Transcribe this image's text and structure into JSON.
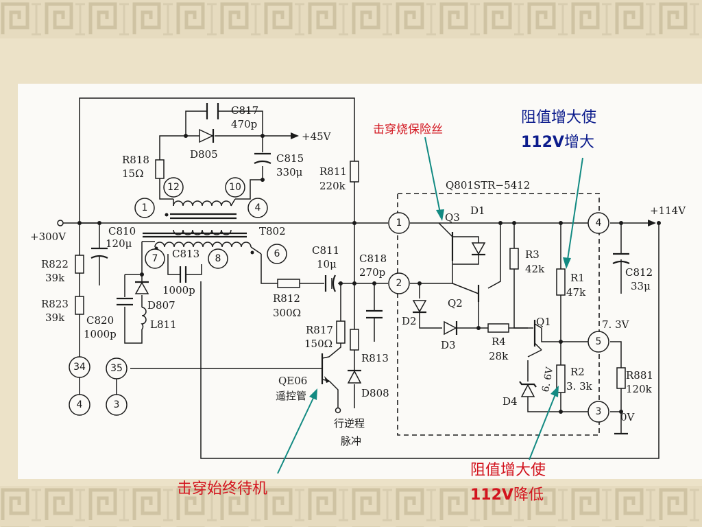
{
  "colors": {
    "background": "#ece2c8",
    "circuit_bg": "#fbfaf7",
    "annotation_red": "#d2141e",
    "annotation_blue": "#0c1c8c",
    "arrow": "#128a82"
  },
  "components": {
    "C817": "C817",
    "C817_val": "470p",
    "D805": "D805",
    "out45": "+45V",
    "C815": "C815",
    "C815_val": "330μ",
    "R818": "R818",
    "R818_val": "15Ω",
    "R811": "R811",
    "R811_val": "220k",
    "T802": "T802",
    "plus300": "+300V",
    "C810": "C810",
    "C810_val": "120μ",
    "C813": "C813",
    "C813_val": "1000p",
    "R822": "R822",
    "R822_val": "39k",
    "R823": "R823",
    "R823_val": "39k",
    "D807": "D807",
    "L811": "L811",
    "C820": "C820",
    "C820_val": "1000p",
    "C811": "C811",
    "C811_val": "10μ",
    "C818": "C818",
    "C818_val": "270p",
    "R812": "R812",
    "R812_val": "300Ω",
    "R817": "R817",
    "R817_val": "150Ω",
    "R813": "R813",
    "D808": "D808",
    "QE06": "QE06",
    "QE06_desc": "遥控管",
    "pulse_l1": "行逆程",
    "pulse_l2": "脉冲",
    "ic_name": "Q801STR−5412",
    "Q3": "Q3",
    "D1": "D1",
    "Q2": "Q2",
    "D2": "D2",
    "D3": "D3",
    "Q1": "Q1",
    "D4": "D4",
    "R3": "R3",
    "R3_val": "42k",
    "R1": "R1",
    "R1_val": "47k",
    "R4": "R4",
    "R4_val": "28k",
    "R2": "R2",
    "R2_val": "3. 3k",
    "v66": "6. 6V",
    "out114": "+114V",
    "C812": "C812",
    "C812_val": "33μ",
    "v73": "7. 3V",
    "R881": "R881",
    "R881_val": "120k",
    "v0": "0V"
  },
  "pins": {
    "p1": "1",
    "p2": "2",
    "p3": "3",
    "p4": "4",
    "p5": "5",
    "p6": "6",
    "p7": "7",
    "p8": "8",
    "p10": "10",
    "p12": "12",
    "p34": "34",
    "p35": "35",
    "p34b": "4",
    "p35b": "3",
    "t1": "1",
    "t4": "4"
  },
  "annotations": {
    "fuse": "击穿烧保险丝",
    "standby": "击穿始终待机",
    "inc_l1": "阻值增大使",
    "inc_l2a": "112V",
    "inc_l2b": "增大",
    "dec_l1": "阻值增大使",
    "dec_l2a": "112V",
    "dec_l2b": "降低"
  }
}
